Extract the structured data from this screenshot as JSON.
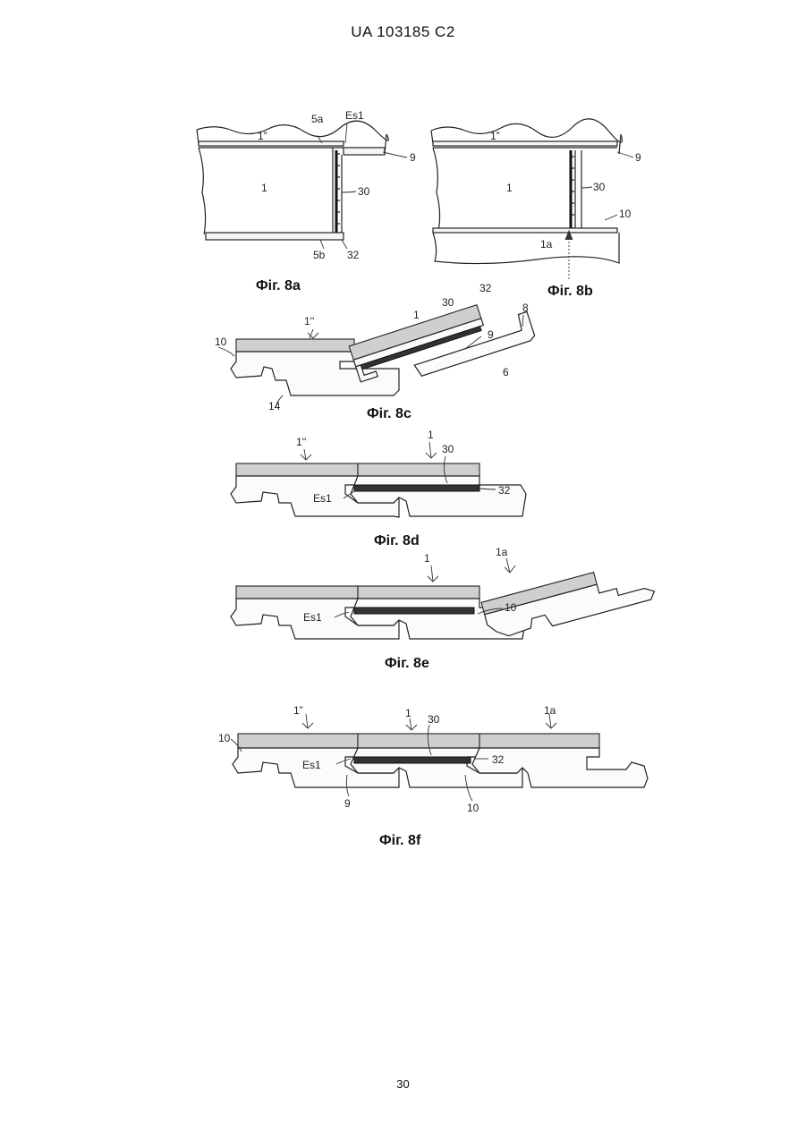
{
  "header": {
    "text": "UA   103185   C2"
  },
  "page_number": "30",
  "figures": {
    "fig8a": {
      "caption": "Фіг. 8a",
      "labels": {
        "top_panel": "1”",
        "panel": "1",
        "surface_top": "5a",
        "surface_bottom": "5b",
        "edge": "Es1",
        "tongue": "9",
        "layer": "30",
        "seal": "32"
      }
    },
    "fig8b": {
      "caption": "Фіг. 8b",
      "labels": {
        "top_panel": "1”",
        "panel": "1",
        "tongue": "9",
        "layer": "30",
        "groove": "10",
        "bottom_panel": "1a"
      }
    },
    "fig8c": {
      "caption": "Фіг. 8c",
      "labels": {
        "left_panel": "1''",
        "panel": "1",
        "layer": "30",
        "seal": "32",
        "strip": "8",
        "tongue": "9",
        "profile": "6",
        "groove": "10",
        "lip": "14"
      }
    },
    "fig8d": {
      "caption": "Фіг. 8d",
      "labels": {
        "left_panel": "1''",
        "panel": "1",
        "layer": "30",
        "seal": "32",
        "edge": "Es1"
      }
    },
    "fig8e": {
      "caption": "Фіг. 8e",
      "labels": {
        "panel": "1",
        "right_panel": "1a",
        "edge": "Es1",
        "groove": "10"
      }
    },
    "fig8f": {
      "caption": "Фіг. 8f",
      "labels": {
        "left_panel": "1”",
        "panel": "1",
        "layer": "30",
        "right_panel": "1a",
        "groove_left": "10",
        "edge": "Es1",
        "seal": "32",
        "tongue": "9",
        "groove_bottom": "10"
      }
    }
  }
}
